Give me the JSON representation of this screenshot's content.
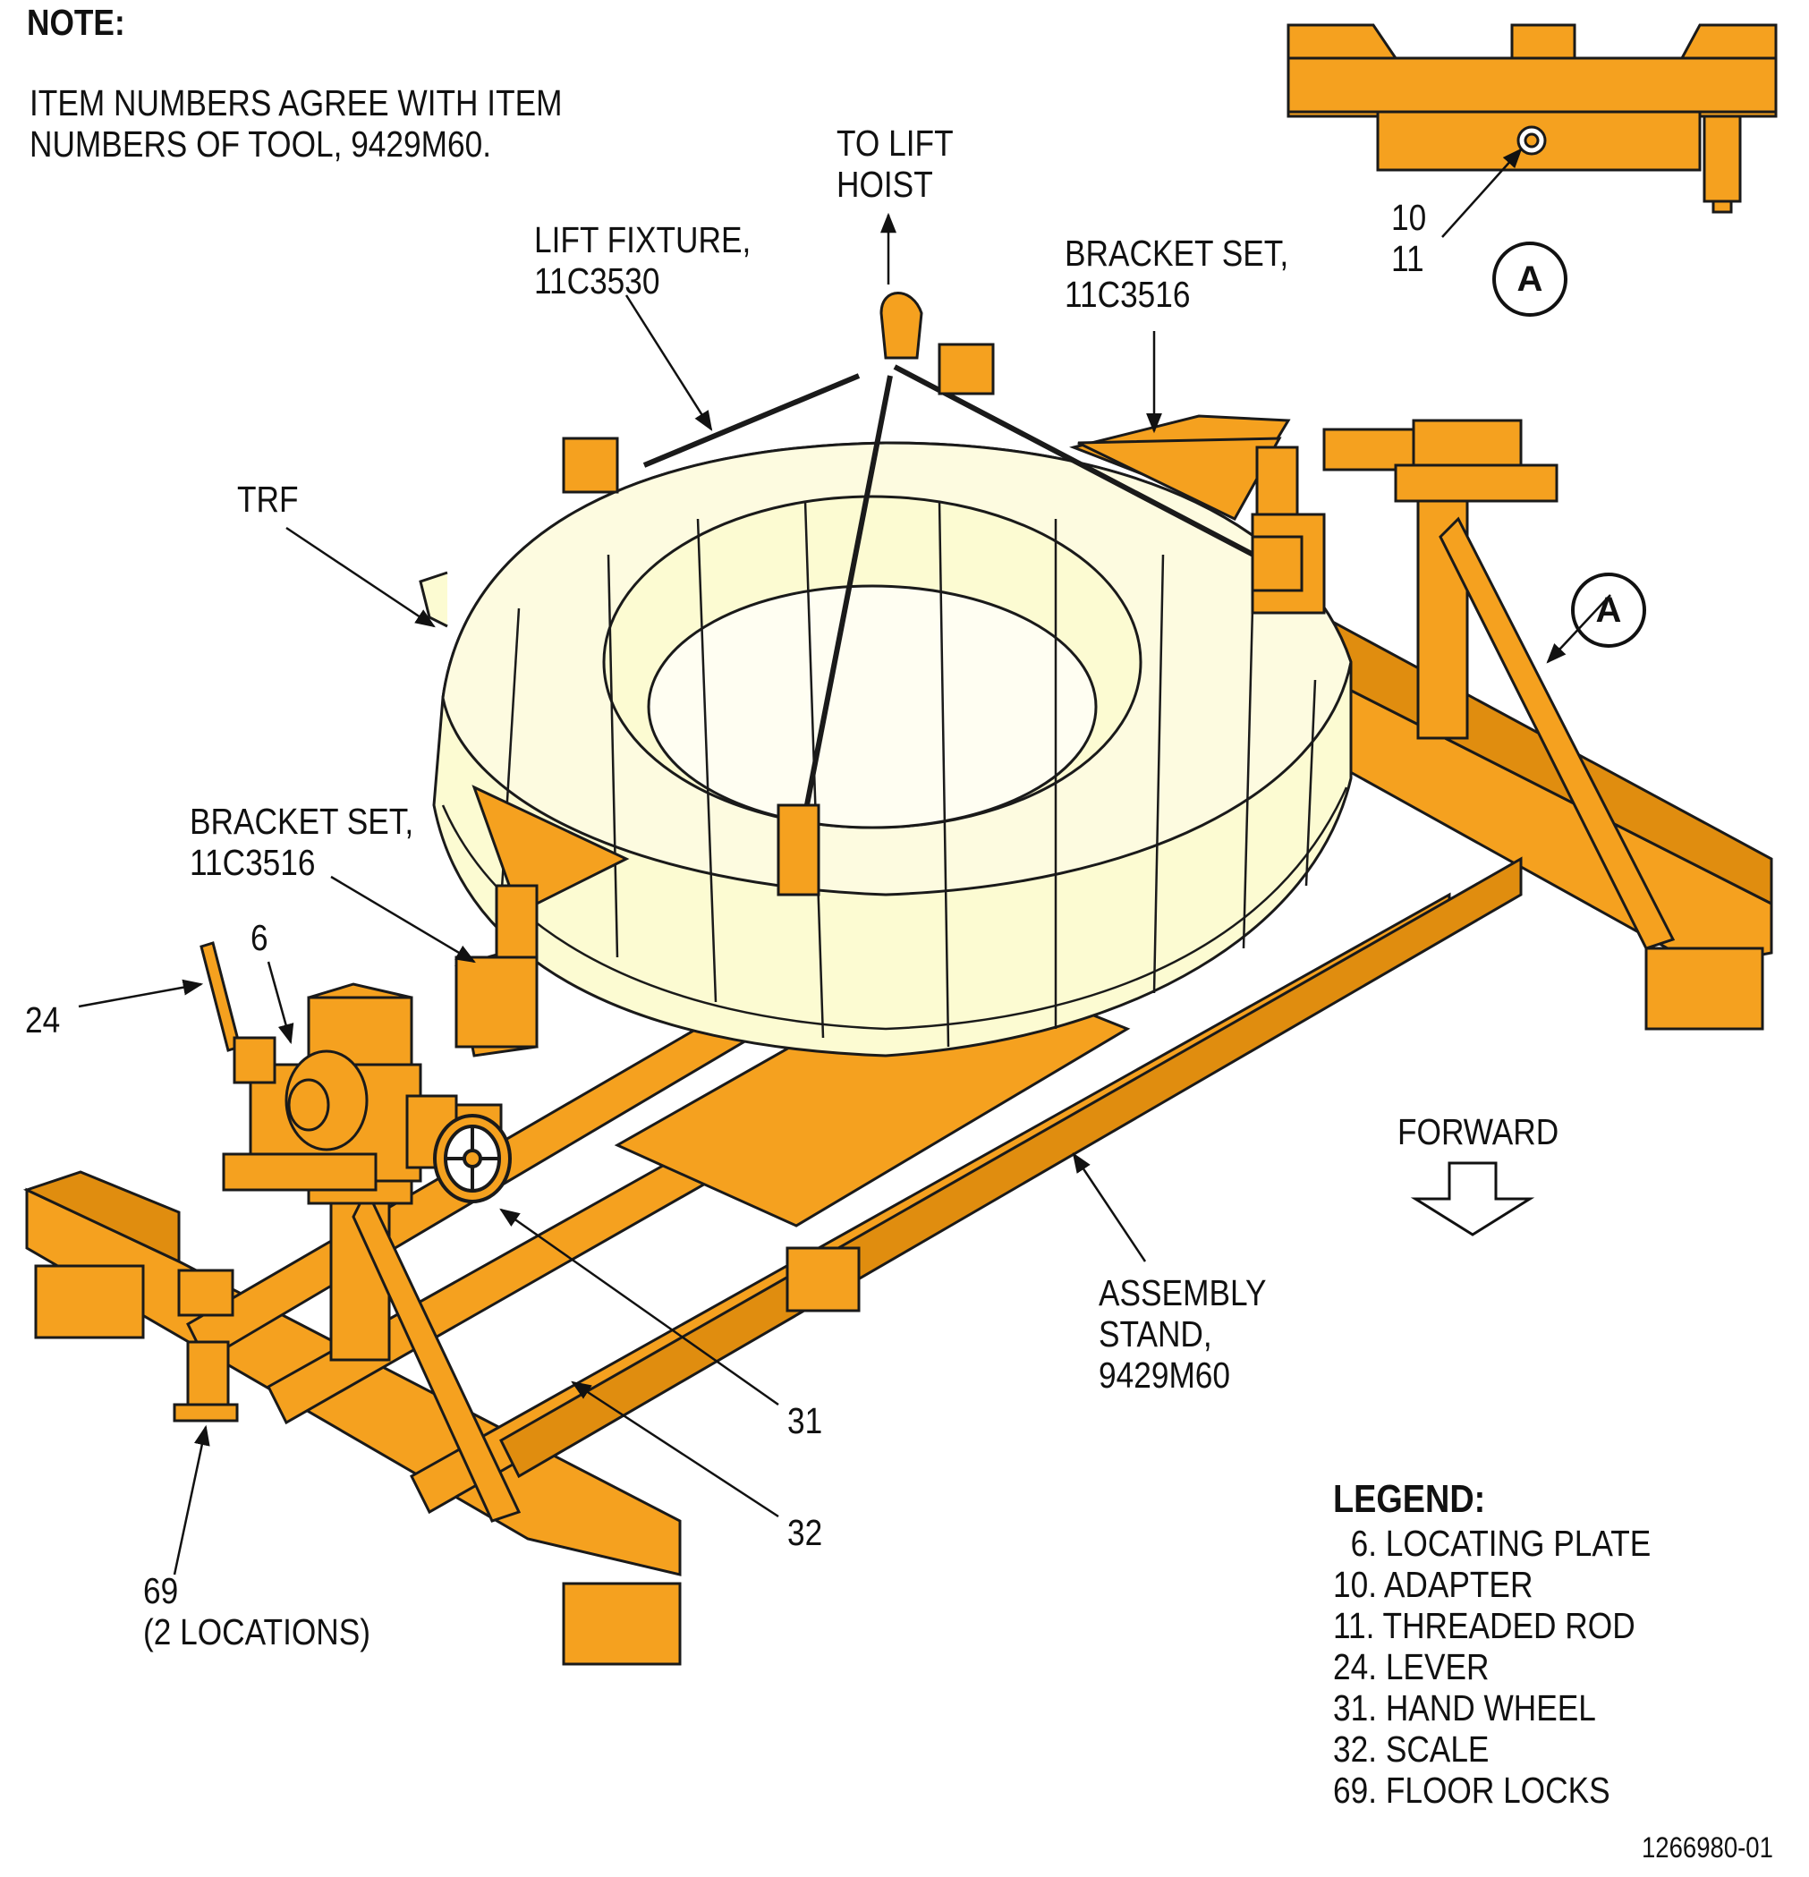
{
  "note": {
    "title": "NOTE:",
    "text_line1": "ITEM NUMBERS AGREE WITH ITEM",
    "text_line2": "NUMBERS OF TOOL, 9429M60."
  },
  "callouts": {
    "to_lift_hoist_1": "TO LIFT",
    "to_lift_hoist_2": "HOIST",
    "lift_fixture_1": "LIFT FIXTURE,",
    "lift_fixture_2": "11C3530",
    "bracket_set_top_1": "BRACKET SET,",
    "bracket_set_top_2": "11C3516",
    "bracket_set_left_1": "BRACKET SET,",
    "bracket_set_left_2": "11C3516",
    "trf": "TRF",
    "item_6": "6",
    "item_24": "24",
    "item_31": "31",
    "item_32": "32",
    "item_69_1": "69",
    "item_69_2": "(2 LOCATIONS)",
    "item_10": "10",
    "item_11": "11",
    "view_a_detail": "A",
    "view_a_arrow": "A",
    "forward": "FORWARD",
    "assembly_stand_1": "ASSEMBLY",
    "assembly_stand_2": "STAND,",
    "assembly_stand_3": "9429M60"
  },
  "legend": {
    "title": "LEGEND:",
    "items": [
      "  6. LOCATING PLATE",
      "10. ADAPTER",
      "11. THREADED ROD",
      "24. LEVER",
      "31. HAND WHEEL",
      "32. SCALE",
      "69. FLOOR LOCKS"
    ]
  },
  "figure_number": "1266980-01",
  "colors": {
    "stand": "#f5a11f",
    "engine": "#fcfbd2",
    "line": "#1a1a1a"
  }
}
